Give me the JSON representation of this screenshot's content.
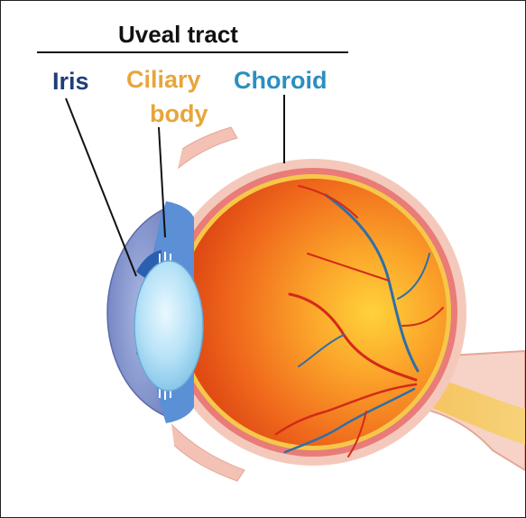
{
  "title": "Uveal tract",
  "labels": {
    "iris": "Iris",
    "ciliary_body_line1": "Ciliary",
    "ciliary_body_line2": "body",
    "choroid": "Choroid"
  },
  "colors": {
    "iris": "#1f3d7a",
    "ciliary_body": "#e8a53a",
    "choroid": "#2b8fc0",
    "title": "#111111",
    "leader_line": "#111111",
    "retina": "#f07c1c",
    "artery": "#d42a1a",
    "vein": "#2f6fa6"
  }
}
